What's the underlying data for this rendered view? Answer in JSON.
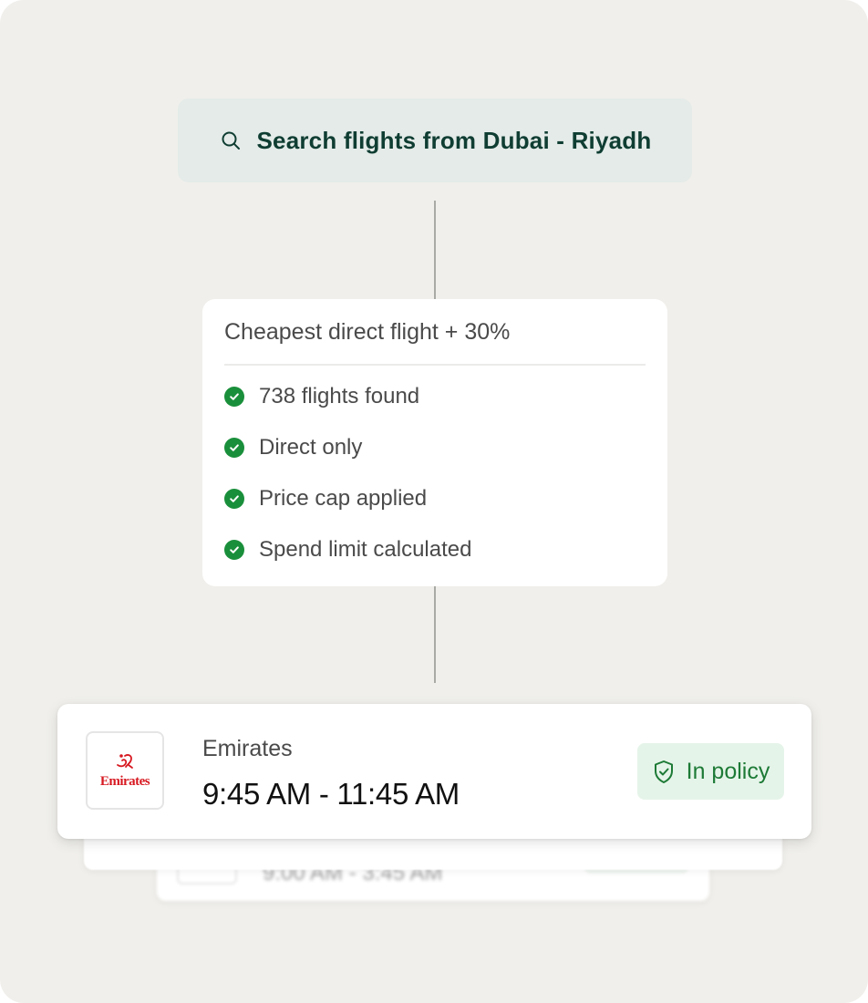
{
  "search": {
    "icon": "search-icon",
    "label": "Search flights from Dubai - Riyadh"
  },
  "policy": {
    "title": "Cheapest direct flight + 30%",
    "checks": [
      {
        "icon": "check-circle-icon",
        "label": "738 flights found"
      },
      {
        "icon": "check-circle-icon",
        "label": "Direct only"
      },
      {
        "icon": "check-circle-icon",
        "label": "Price cap applied"
      },
      {
        "icon": "check-circle-icon",
        "label": "Spend limit calculated"
      }
    ]
  },
  "flight": {
    "airline": "Emirates",
    "logo_text": "Emirates",
    "time": "9:45 AM - 11:45 AM",
    "badge": {
      "icon": "shield-check-icon",
      "label": "In policy"
    }
  },
  "background_flight": {
    "time": "9:00 AM - 3:45 AM"
  },
  "colors": {
    "canvas_bg": "#f0efeb",
    "search_bg": "#e4ebe8",
    "search_text": "#0f3d32",
    "check_green": "#1a8f3b",
    "badge_bg": "#e5f4e9",
    "badge_text": "#1d7a36",
    "brand_red": "#d71921"
  }
}
